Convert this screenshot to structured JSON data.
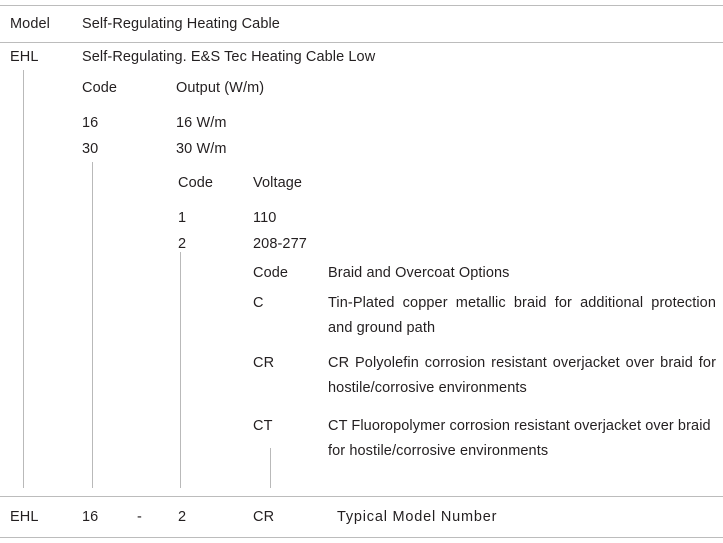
{
  "document": {
    "type": "model-number-selection-table",
    "columns": {
      "model_header": "Model",
      "model_description": "Self-Regulating Heating Cable"
    },
    "model_row": {
      "code": "EHL",
      "description": "Self-Regulating. E&S Tec Heating Cable Low"
    },
    "output_section": {
      "code_header": "Code",
      "value_header": "Output (W/m)",
      "rows": [
        {
          "code": "16",
          "value": "16 W/m"
        },
        {
          "code": "30",
          "value": "30 W/m"
        }
      ]
    },
    "voltage_section": {
      "code_header": "Code",
      "value_header": "Voltage",
      "rows": [
        {
          "code": "1",
          "value": "110"
        },
        {
          "code": "2",
          "value": "208-277"
        }
      ]
    },
    "braid_section": {
      "code_header": "Code",
      "value_header": "Braid and Overcoat Options",
      "rows": [
        {
          "code": "C",
          "value": "Tin-Plated copper metallic braid for additional protection and ground path"
        },
        {
          "code": "CR",
          "value": "CR Polyolefin corrosion resistant overjacket over braid for hostile/corrosive environments"
        },
        {
          "code": "CT",
          "value": "CT Fluoropolymer corrosion resistant overjacket over braid for hostile/corrosive environments"
        }
      ]
    },
    "example_row": {
      "model": "EHL",
      "output": "16",
      "separator": "-",
      "voltage": "2",
      "braid": "CR",
      "label": "Typical Model Number"
    }
  },
  "colors": {
    "text": "#231f20",
    "rule": "#bcbcbc",
    "connector": "#b9b9b9",
    "background": "#ffffff"
  }
}
